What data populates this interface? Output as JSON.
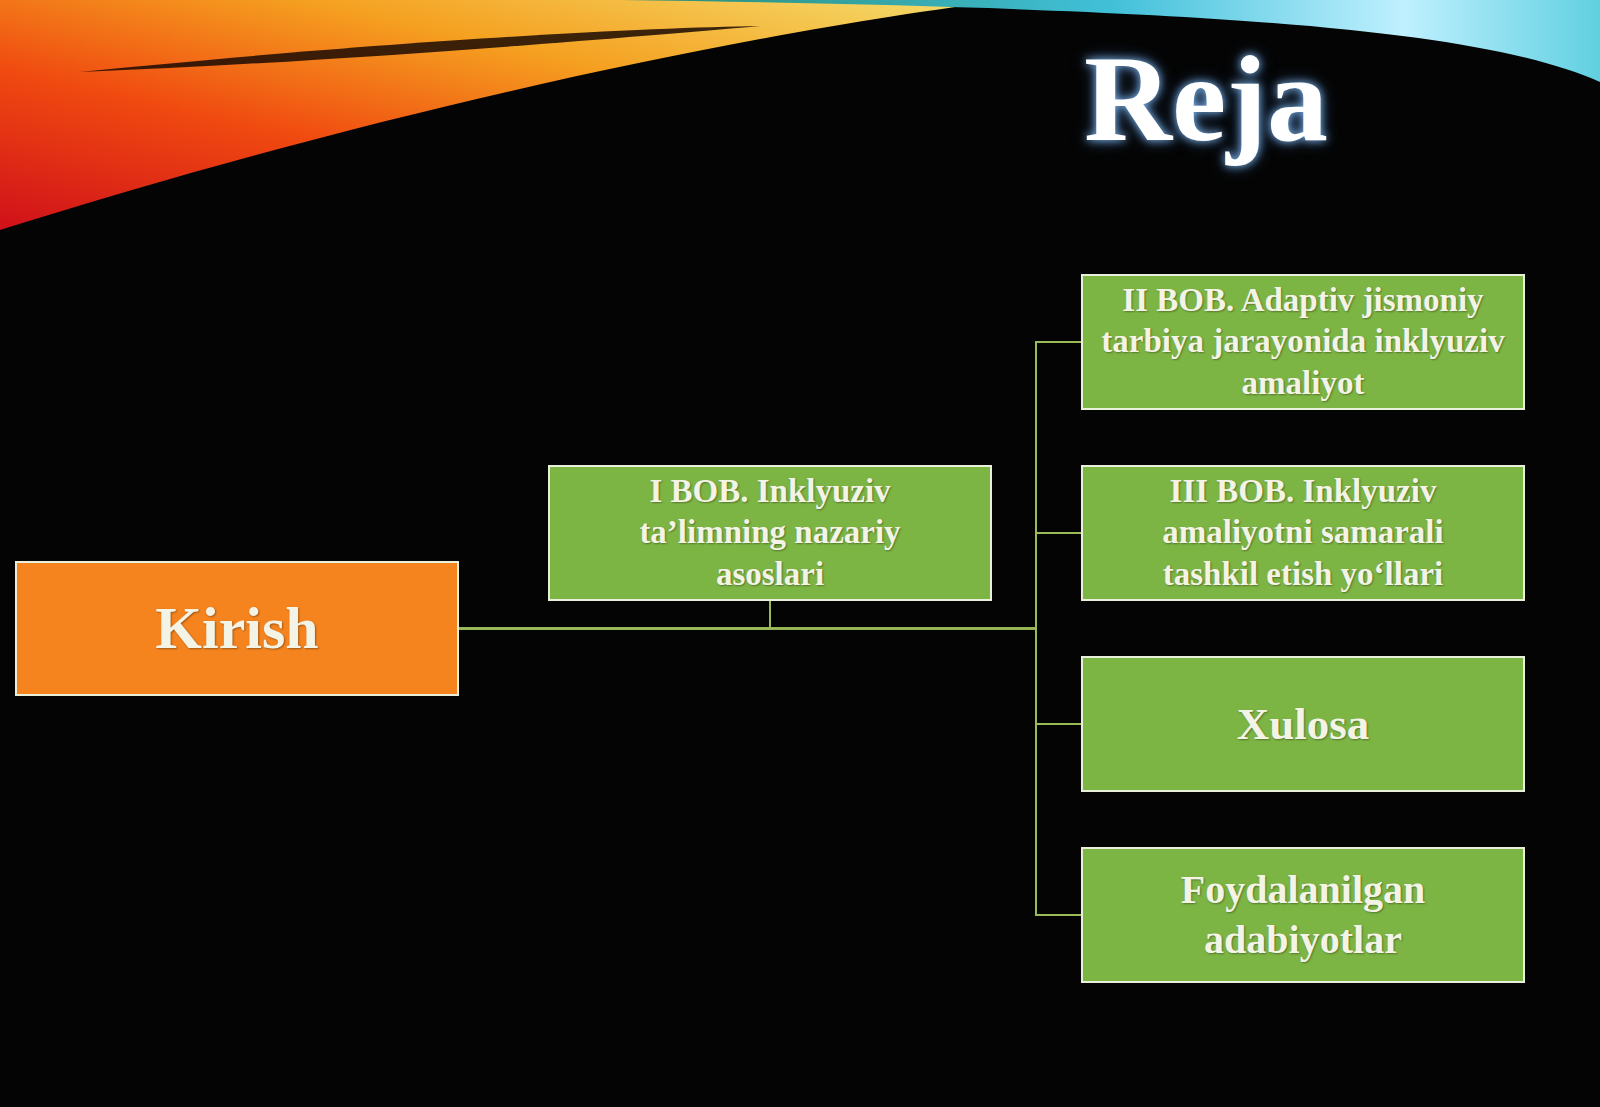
{
  "diagram": {
    "title": "Reja",
    "nodes": [
      {
        "text": [
          "Kirish"
        ]
      },
      {
        "text": [
          "I BOB. Inklyuziv ta’limning nazariy asoslari"
        ]
      },
      {
        "text": [
          "II BOB. Adaptiv jismoniy tarbiya jarayonida inklyuziv amaliyot"
        ]
      },
      {
        "text": [
          "III BOB. Inklyuziv amaliyotni samarali tashkil etish yo‘llari"
        ]
      },
      {
        "text": [
          "Xulosa"
        ]
      },
      {
        "text": [
          "Foydalanilgan adabiyotlar"
        ]
      }
    ],
    "edges": [
      {
        "from": 0,
        "to": 1,
        "arrow": "none"
      },
      {
        "from": 0,
        "to": 2,
        "arrow": "none"
      },
      {
        "from": 0,
        "to": 3,
        "arrow": "none"
      },
      {
        "from": 0,
        "to": 4,
        "arrow": "none"
      },
      {
        "from": 0,
        "to": 5,
        "arrow": "none"
      }
    ]
  }
}
